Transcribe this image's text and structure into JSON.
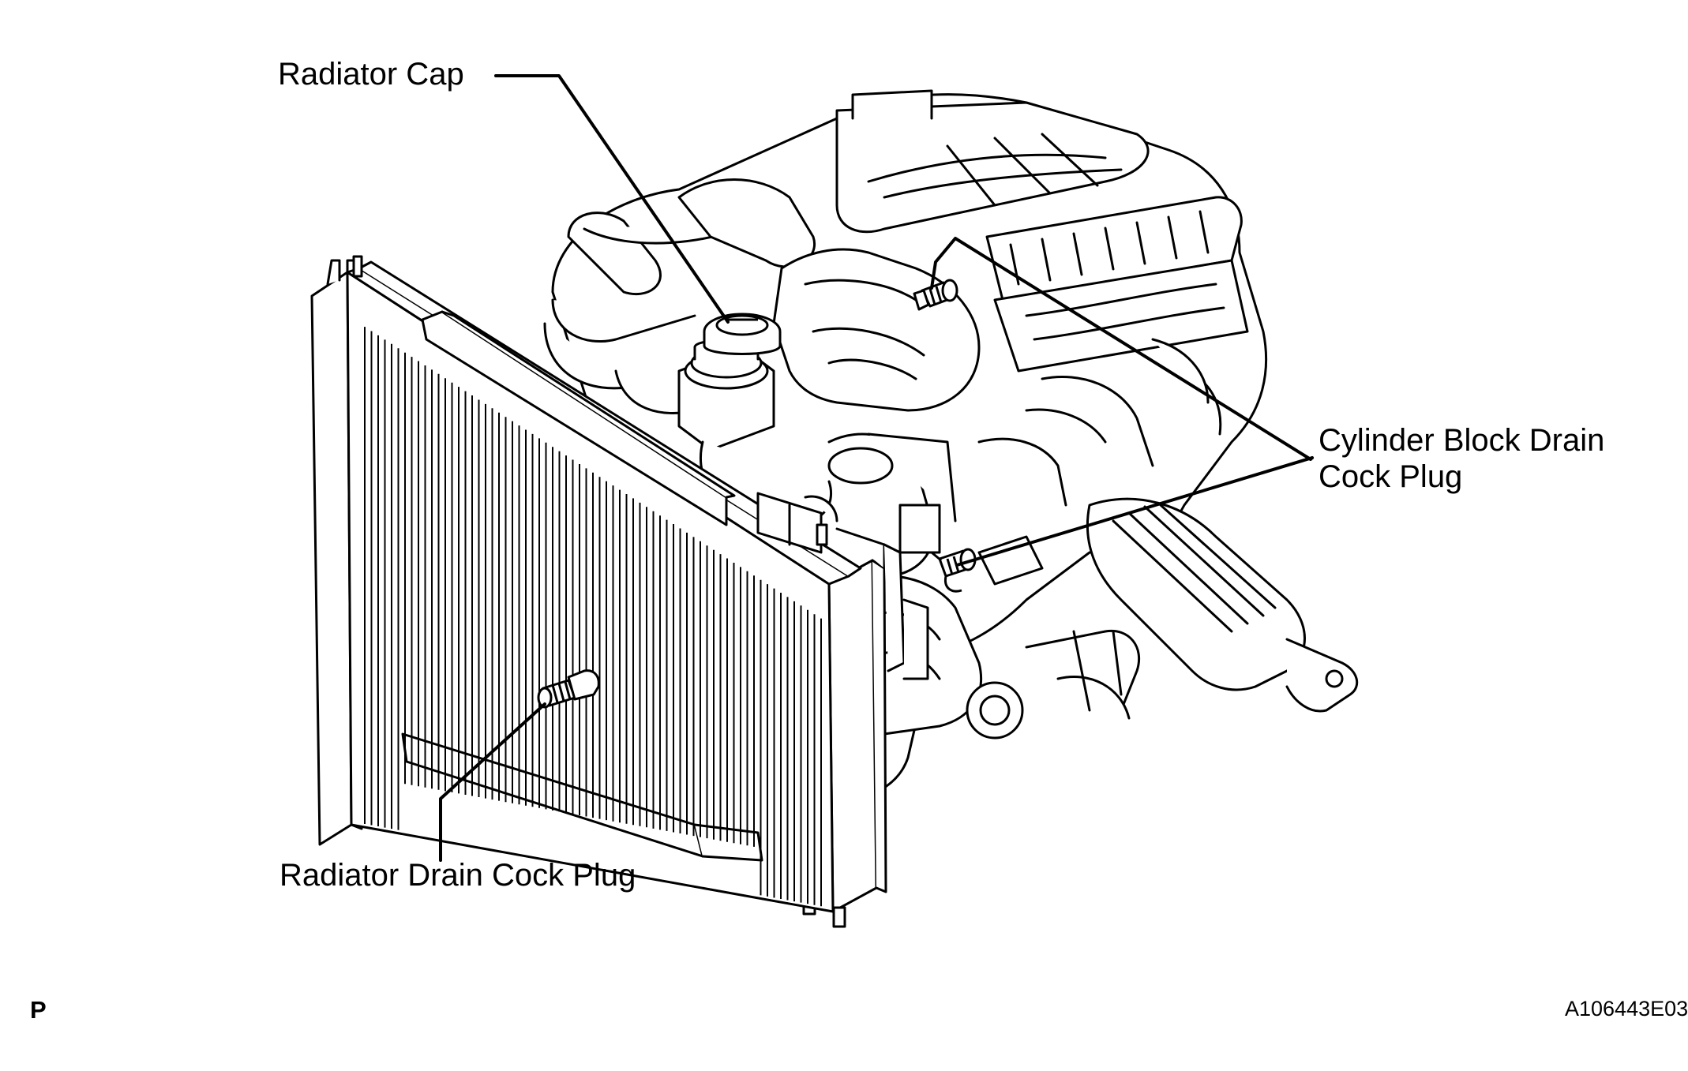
{
  "callouts": {
    "radiator_cap": "Radiator Cap",
    "cylinder_block_line1": "Cylinder Block Drain",
    "cylinder_block_line2": "Cock Plug",
    "radiator_drain": "Radiator Drain Cock Plug"
  },
  "footer": {
    "corner_mark": "P",
    "figure_code": "A106443E03"
  }
}
